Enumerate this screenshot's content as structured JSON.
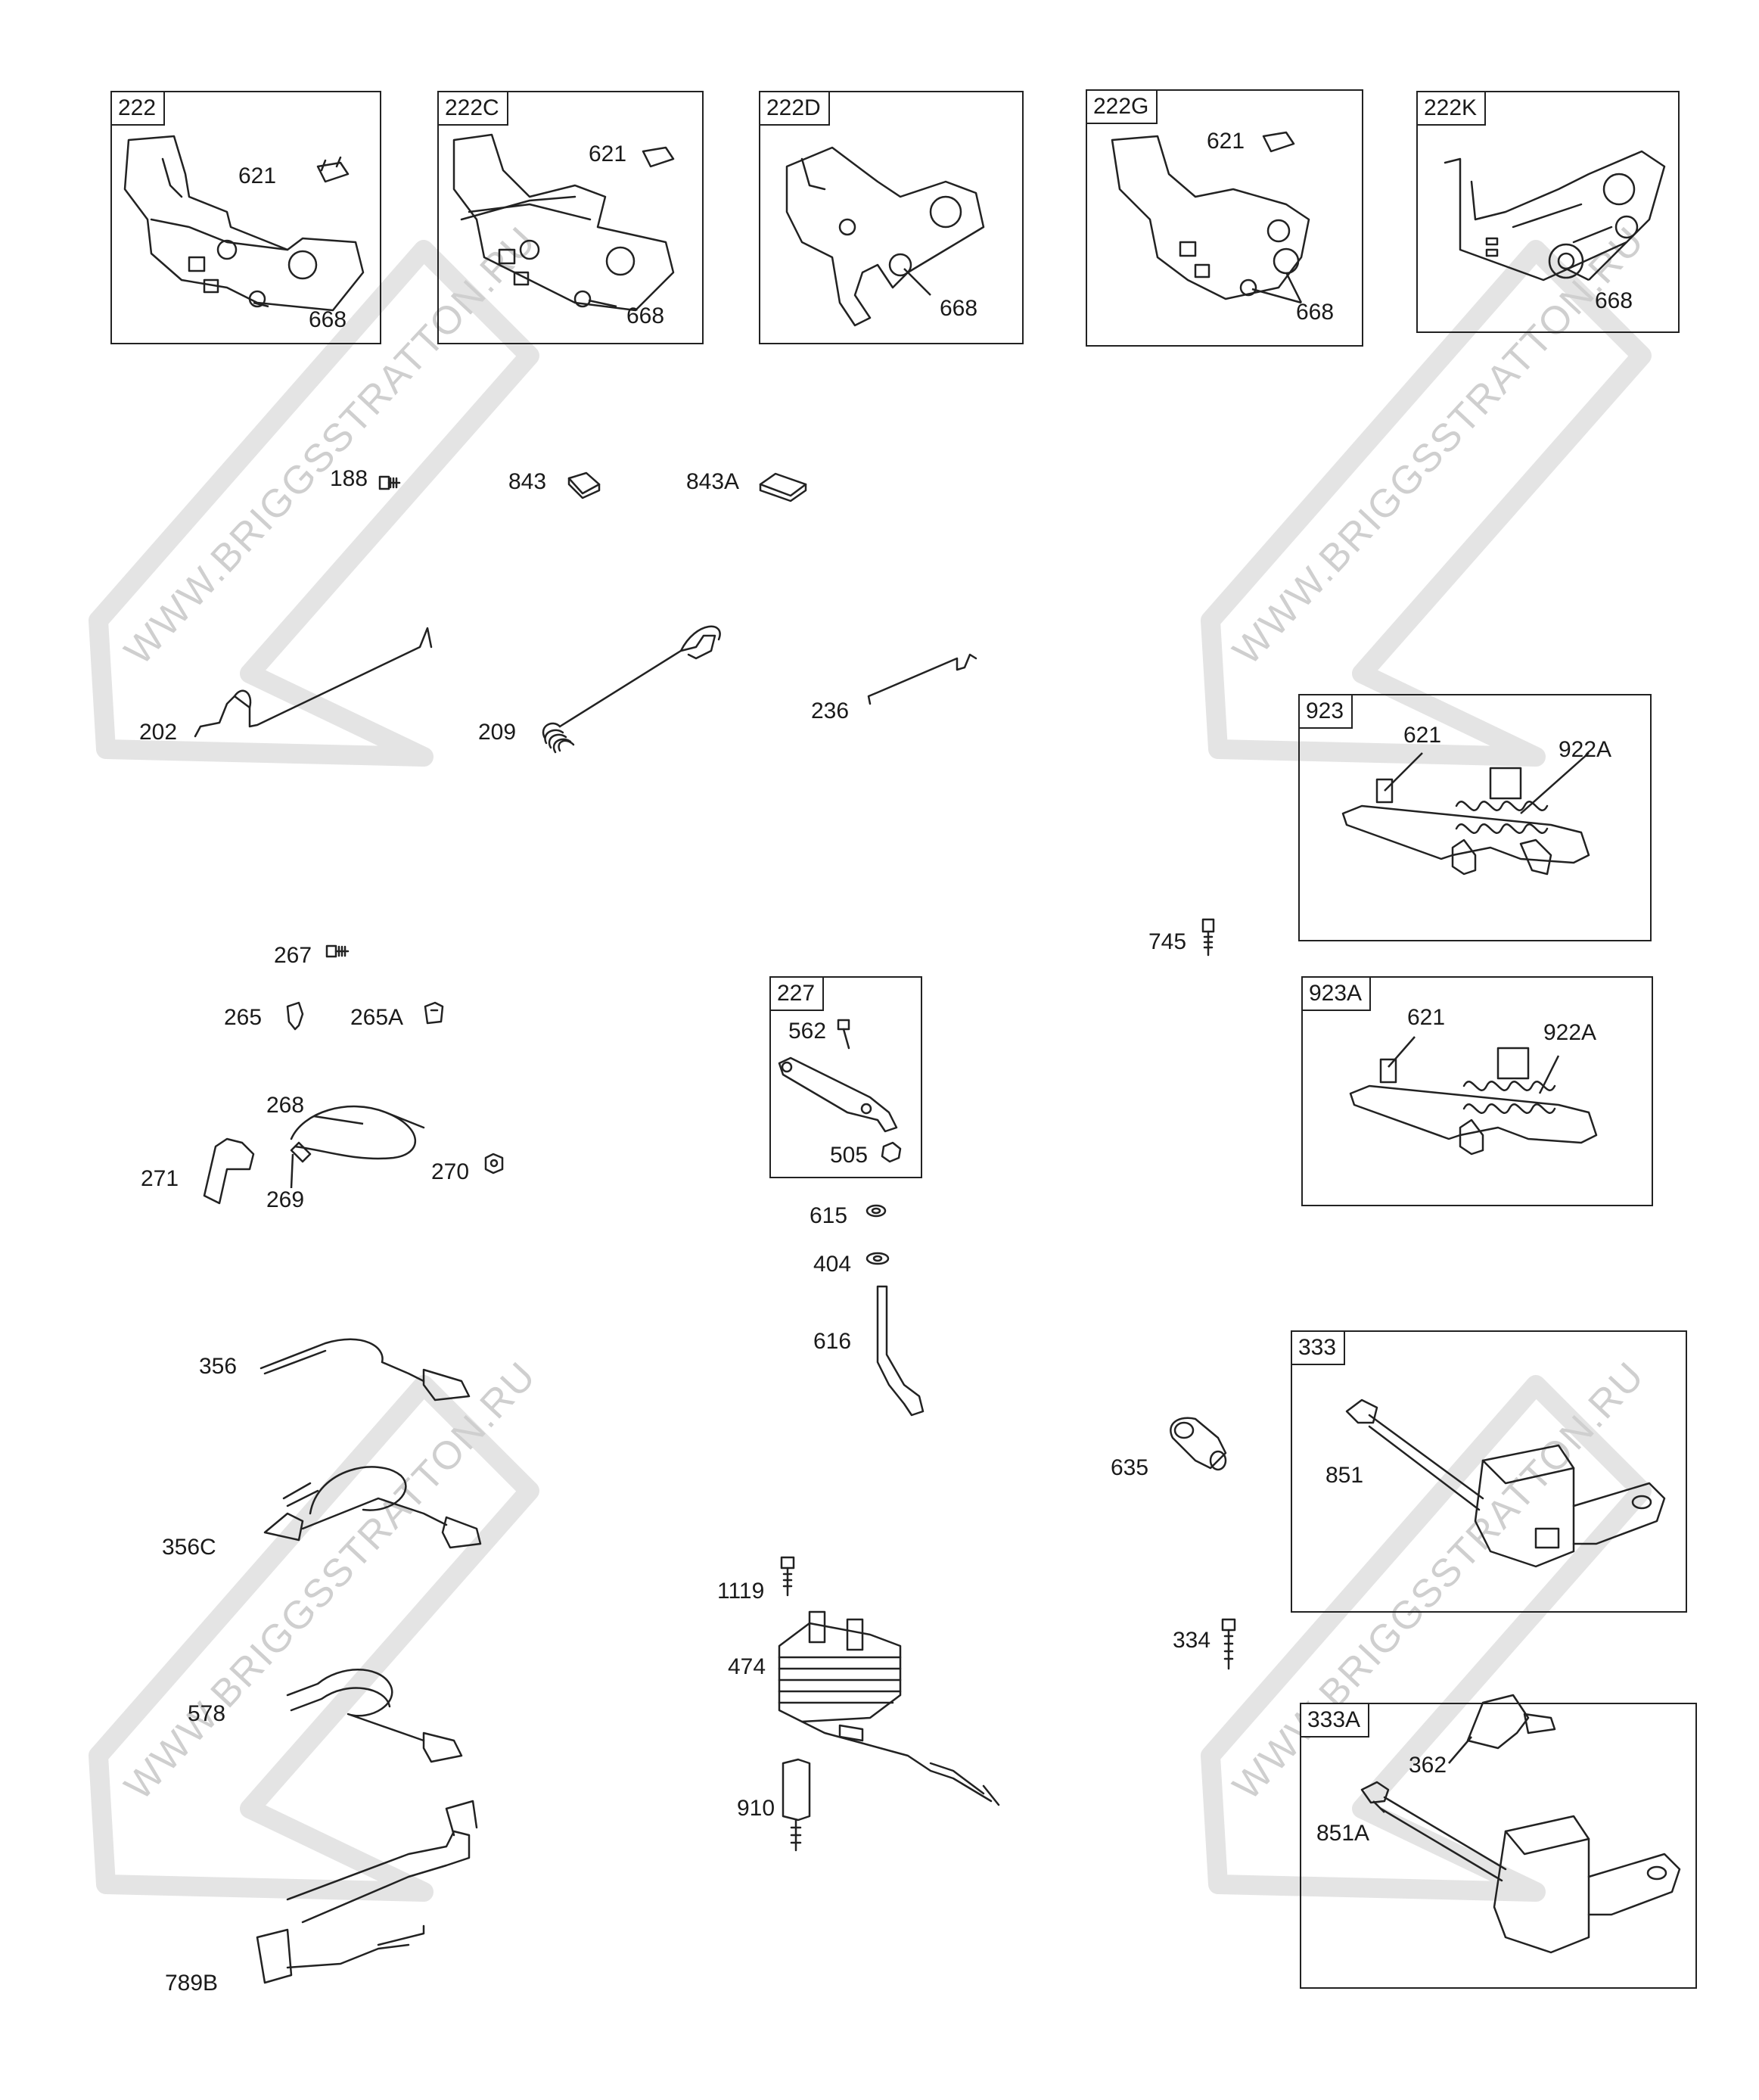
{
  "watermark": "WWW.BRIGGSSTRATTON.RU",
  "boxes": {
    "b222": "222",
    "b222C": "222C",
    "b222D": "222D",
    "b222G": "222G",
    "b222K": "222K",
    "b923": "923",
    "b923A": "923A",
    "b227": "227",
    "b333": "333",
    "b333A": "333A"
  },
  "labels": {
    "l621a": "621",
    "l668a": "668",
    "l621b": "621",
    "l668b": "668",
    "l668c": "668",
    "l621d": "621",
    "l668d": "668",
    "l668e": "668",
    "l188": "188",
    "l843": "843",
    "l843A": "843A",
    "l202": "202",
    "l209": "209",
    "l236": "236",
    "l621f": "621",
    "l922A": "922A",
    "l745": "745",
    "l621g": "621",
    "l922Ab": "922A",
    "l267": "267",
    "l265": "265",
    "l265A": "265A",
    "l562": "562",
    "l505": "505",
    "l268": "268",
    "l271": "271",
    "l269": "269",
    "l270": "270",
    "l615": "615",
    "l404": "404",
    "l616": "616",
    "l356": "356",
    "l635": "635",
    "l851": "851",
    "l356C": "356C",
    "l1119": "1119",
    "l334": "334",
    "l474": "474",
    "l578": "578",
    "l362": "362",
    "l910": "910",
    "l851A": "851A",
    "l789B": "789B"
  }
}
